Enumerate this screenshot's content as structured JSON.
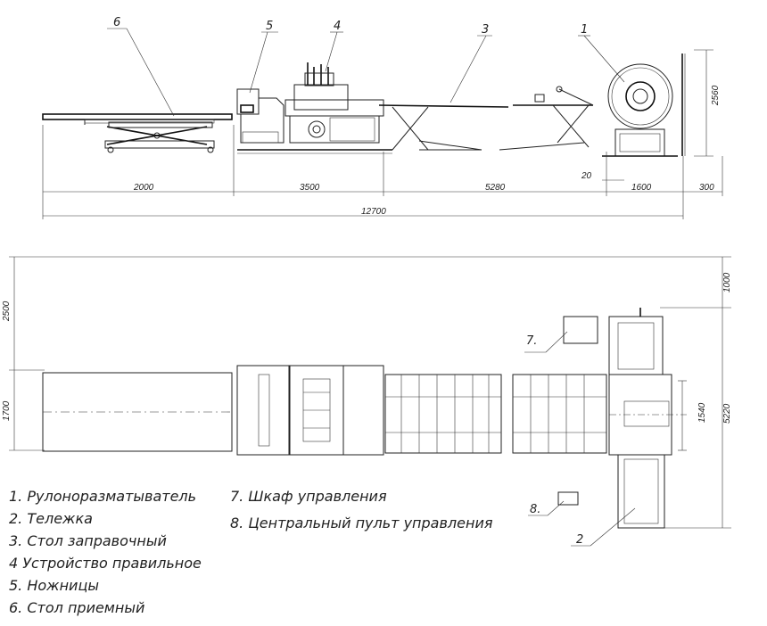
{
  "side_view": {
    "callouts": [
      "6",
      "5",
      "4",
      "3",
      "1"
    ],
    "dimensions": {
      "d2000": "2000",
      "d3500": "3500",
      "d5280": "5280",
      "d20": "20",
      "d1600": "1600",
      "d300": "300",
      "d12700": "12700",
      "d2560": "2560"
    }
  },
  "plan_view": {
    "callouts": [
      "7.",
      "8.",
      "2"
    ],
    "dimensions": {
      "d2500": "2500",
      "d1700": "1700",
      "d1000": "1000",
      "d1540": "1540",
      "d5220": "5220"
    }
  },
  "legend": [
    "1. Рулоноразматыватель",
    "2. Тележка",
    "3. Стол заправочный",
    "4 Устройство правильное",
    "5. Ножницы",
    "6. Стол приемный",
    "7.  Шкаф управления",
    "8. Центральный пульт управления"
  ]
}
